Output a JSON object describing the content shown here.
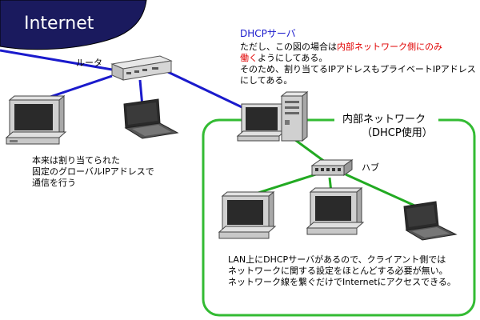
{
  "internet_label": "Internet",
  "server": {
    "title": "DHCPサーバ",
    "note_line1_pre": "ただし、この図の場合は",
    "note_line1_red": "内部ネットワーク側にのみ",
    "note_line2_red": "働く",
    "note_line2_post": "ようにしてある。",
    "note_line3": "そのため、割り当てるIPアドレスもプライベートIPアドレス",
    "note_line4": "にしてある。"
  },
  "router_label": "ルータ",
  "hub_label": "ハブ",
  "lan": {
    "title": "内部ネットワーク",
    "subtitle": "（DHCP使用）"
  },
  "left_note": [
    "本来は割り当てられた",
    "固定のグローバルIPアドレスで",
    "通信を行う"
  ],
  "bottom_note": [
    "LAN上にDHCPサーバがあるので、クライアント側では",
    "ネットワークに関する設定をほとんどする必要が無い。",
    "ネットワーク線を繋ぐだけでInternetにアクセスできる。"
  ],
  "colors": {
    "internet_bg": "#1a1a5e",
    "wan_line": "#1a1acc",
    "lan_line": "#22aa22",
    "lan_border": "#33bb33",
    "highlight": "#e00000"
  }
}
